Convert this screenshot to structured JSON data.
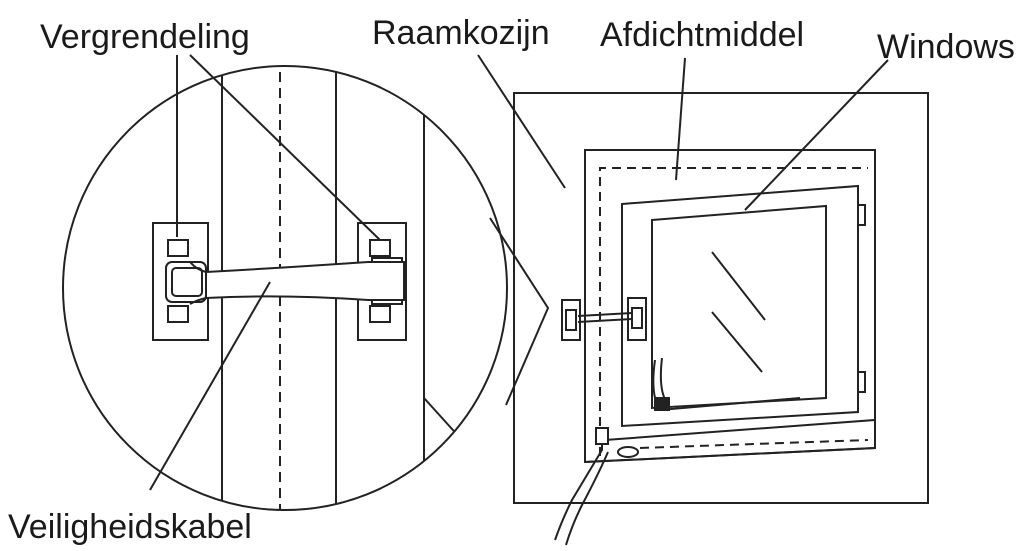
{
  "labels": {
    "vergrendeling": "Vergrendeling",
    "raamkozijn": "Raamkozijn",
    "afdichtmiddel": "Afdichtmiddel",
    "windows": "Windows",
    "veiligheidskabel": "Veiligheidskabel"
  },
  "colors": {
    "line": "#222222",
    "background": "#ffffff"
  }
}
